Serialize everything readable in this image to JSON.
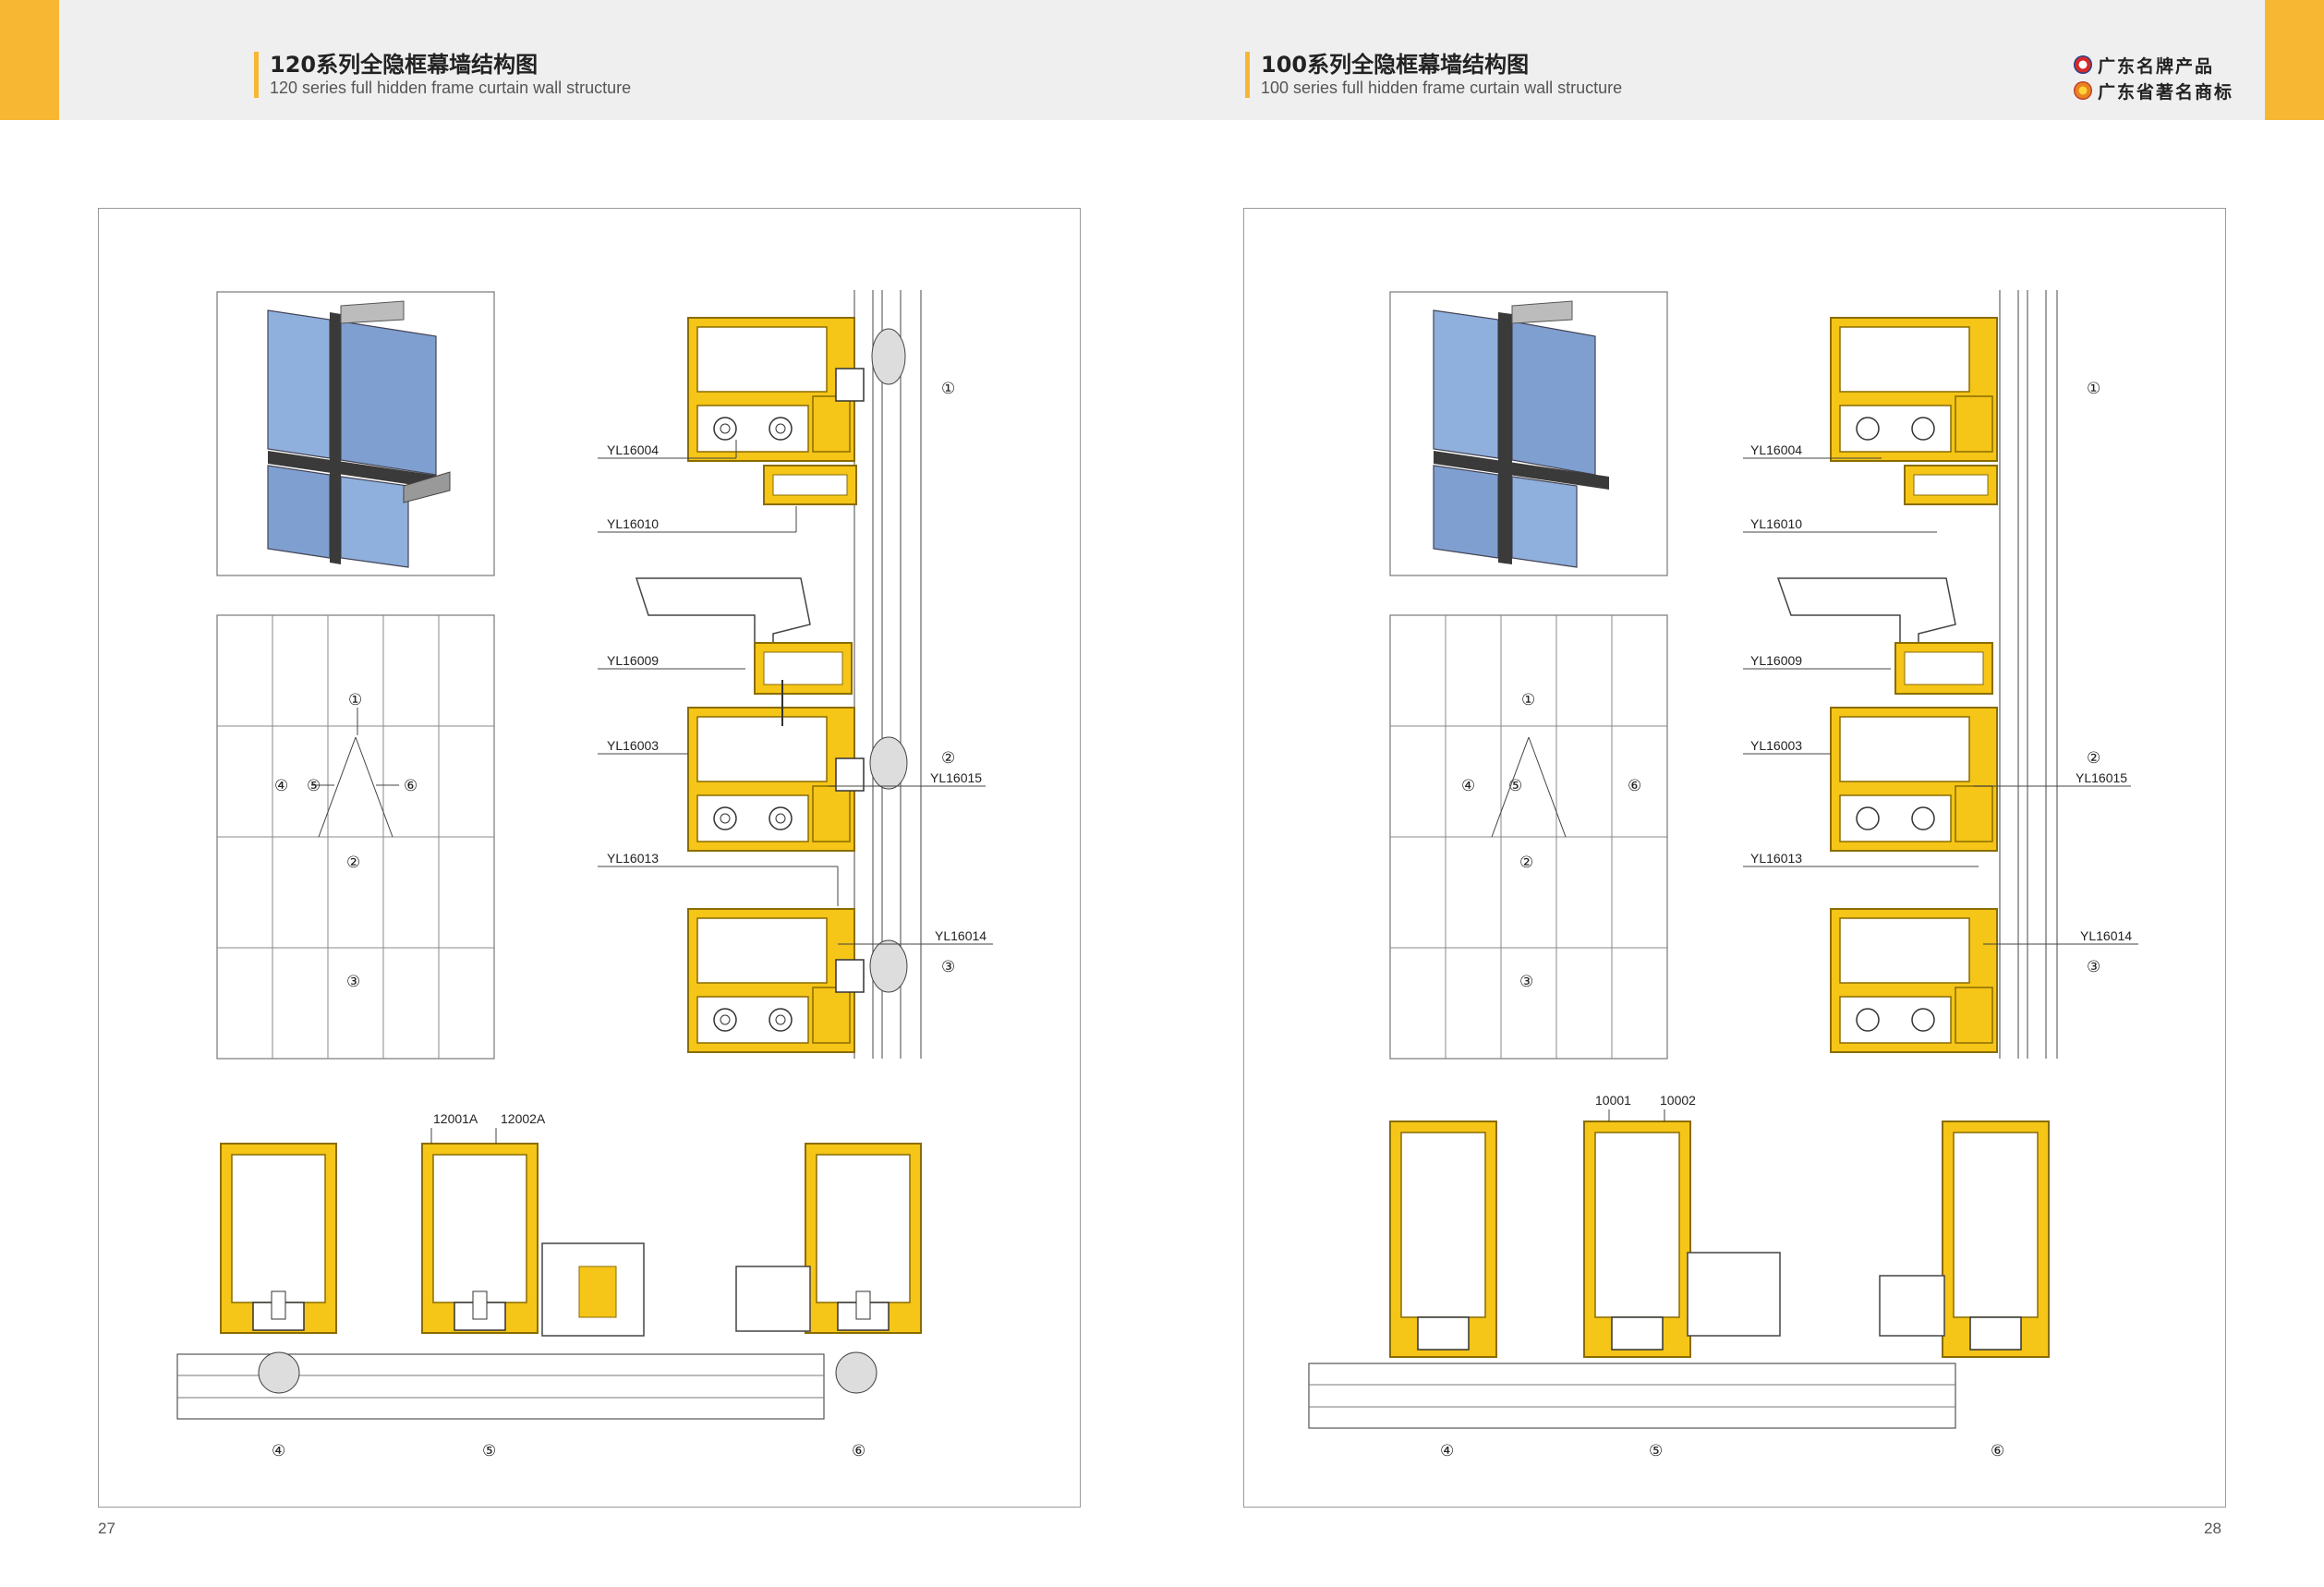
{
  "header": {
    "left_title_zh": "120系列全隐框幕墙结构图",
    "left_title_en": "120 series full hidden frame curtain wall structure",
    "right_title_zh": "100系列全隐框幕墙结构图",
    "right_title_en": "100 series full hidden frame curtain wall structure",
    "badge_1": "广东名牌产品",
    "badge_2": "广东省著名商标"
  },
  "colors": {
    "accent": "#f7b733",
    "profile": "#f5c518",
    "profile_outline": "#8a6d00",
    "glass": "#7f9fd0"
  },
  "icons": [
    "brand-product-badge-icon",
    "famous-trademark-badge-icon"
  ],
  "grid_markers": {
    "m1": "①",
    "m2": "②",
    "m3": "③",
    "m4": "④",
    "m5": "⑤",
    "m6": "⑥"
  },
  "left": {
    "section_labels": {
      "s1": "YL16004",
      "s2": "YL16010",
      "s3": "YL16009",
      "s4": "YL16003",
      "s5": "YL16015",
      "s6": "YL16013",
      "s7": "YL16014"
    },
    "bottom_labels": {
      "a": "12001A",
      "b": "12002A"
    },
    "page_number": "27"
  },
  "right": {
    "section_labels": {
      "s1": "YL16004",
      "s2": "YL16010",
      "s3": "YL16009",
      "s4": "YL16003",
      "s5": "YL16015",
      "s6": "YL16013",
      "s7": "YL16014"
    },
    "bottom_labels": {
      "a": "10001",
      "b": "10002"
    },
    "page_number": "28"
  }
}
